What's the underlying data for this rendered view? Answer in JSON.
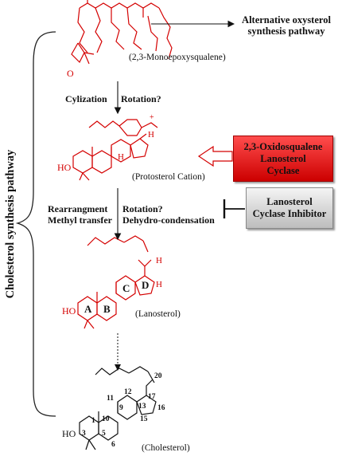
{
  "side_label": "Cholesterol synthesis pathway",
  "alt_pathway": {
    "line1": "Alternative oxysterol",
    "line2": "synthesis pathway"
  },
  "compounds": {
    "monoepoxysqualene": "(2,3-Monoepoxysqualene)",
    "protosterol": "(Protosterol Cation)",
    "lanosterol": "(Lanosterol)",
    "cholesterol": "(Cholesterol)"
  },
  "steps": {
    "cyclization": "Cylization",
    "rotation1": "Rotation?",
    "rearrangement": "Rearrangment",
    "methyl_transfer": "Methyl transfer",
    "rotation2": "Rotation?",
    "dehydro": "Dehydro-condensation"
  },
  "enzyme_box": {
    "line1": "2,3-Oxidosqualene",
    "line2": "Lanosterol",
    "line3": "Cyclase"
  },
  "inhibitor_box": {
    "line1": "Lanosterol",
    "line2": "Cyclase Inhibitor"
  },
  "atom_labels": {
    "oxygen": "O",
    "hydroxyl": "HO",
    "hydrogen": "H",
    "plus": "+"
  },
  "ring_labels": [
    "A",
    "B",
    "C",
    "D"
  ],
  "carbon_numbers": [
    "1",
    "3",
    "5",
    "6",
    "9",
    "10",
    "11",
    "12",
    "13",
    "15",
    "16",
    "17",
    "20"
  ],
  "colors": {
    "structure_red": "#d40000",
    "structure_black": "#111111",
    "enzyme_red": "#e60000",
    "inhibitor_gray": "#c8c8c8"
  }
}
